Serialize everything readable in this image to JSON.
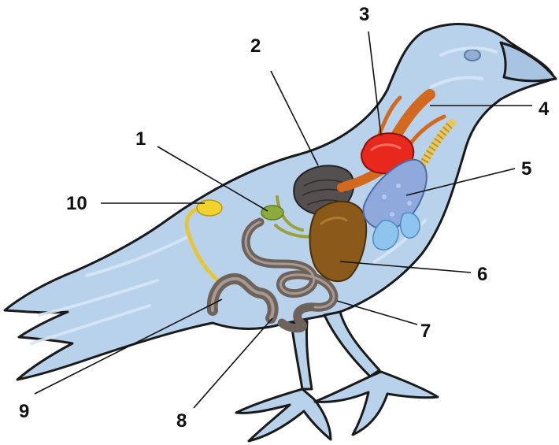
{
  "diagram": {
    "labels": [
      {
        "id": "1",
        "text": "1"
      },
      {
        "id": "2",
        "text": "2"
      },
      {
        "id": "3",
        "text": "3"
      },
      {
        "id": "4",
        "text": "4"
      },
      {
        "id": "5",
        "text": "5"
      },
      {
        "id": "6",
        "text": "6"
      },
      {
        "id": "7",
        "text": "7"
      },
      {
        "id": "8",
        "text": "8"
      },
      {
        "id": "9",
        "text": "9"
      },
      {
        "id": "10",
        "text": "10"
      }
    ],
    "colors": {
      "body": "#b9d2ec",
      "body_highlight": "#dbe9f7",
      "outline": "#1a1a1a",
      "heart": "#e8281c",
      "vessels": "#d2691e",
      "trachea": "#e8c862",
      "lungs": "#8fa9dc",
      "air_sacs": "#8ec5ee",
      "liver": "#8b5a1a",
      "gizzard": "#555050",
      "intestine": "#6e625c",
      "gallbladder": "#8dab3c",
      "gonad": "#f2d22c"
    }
  }
}
